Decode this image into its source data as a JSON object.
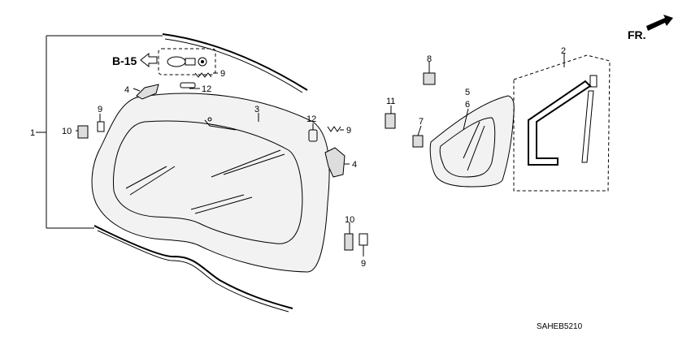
{
  "diagram": {
    "ref_code": "B-15",
    "direction_label": "FR.",
    "drawing_id": "SAHEB5210",
    "callouts": {
      "c1": "1",
      "c2": "2",
      "c3": "3",
      "c4a": "4",
      "c4b": "4",
      "c5": "5",
      "c6": "6",
      "c7": "7",
      "c8": "8",
      "c9a": "9",
      "c9b": "9",
      "c9c": "9",
      "c9d": "9",
      "c10a": "10",
      "c10b": "10",
      "c11": "11",
      "c12a": "12",
      "c12b": "12"
    }
  }
}
